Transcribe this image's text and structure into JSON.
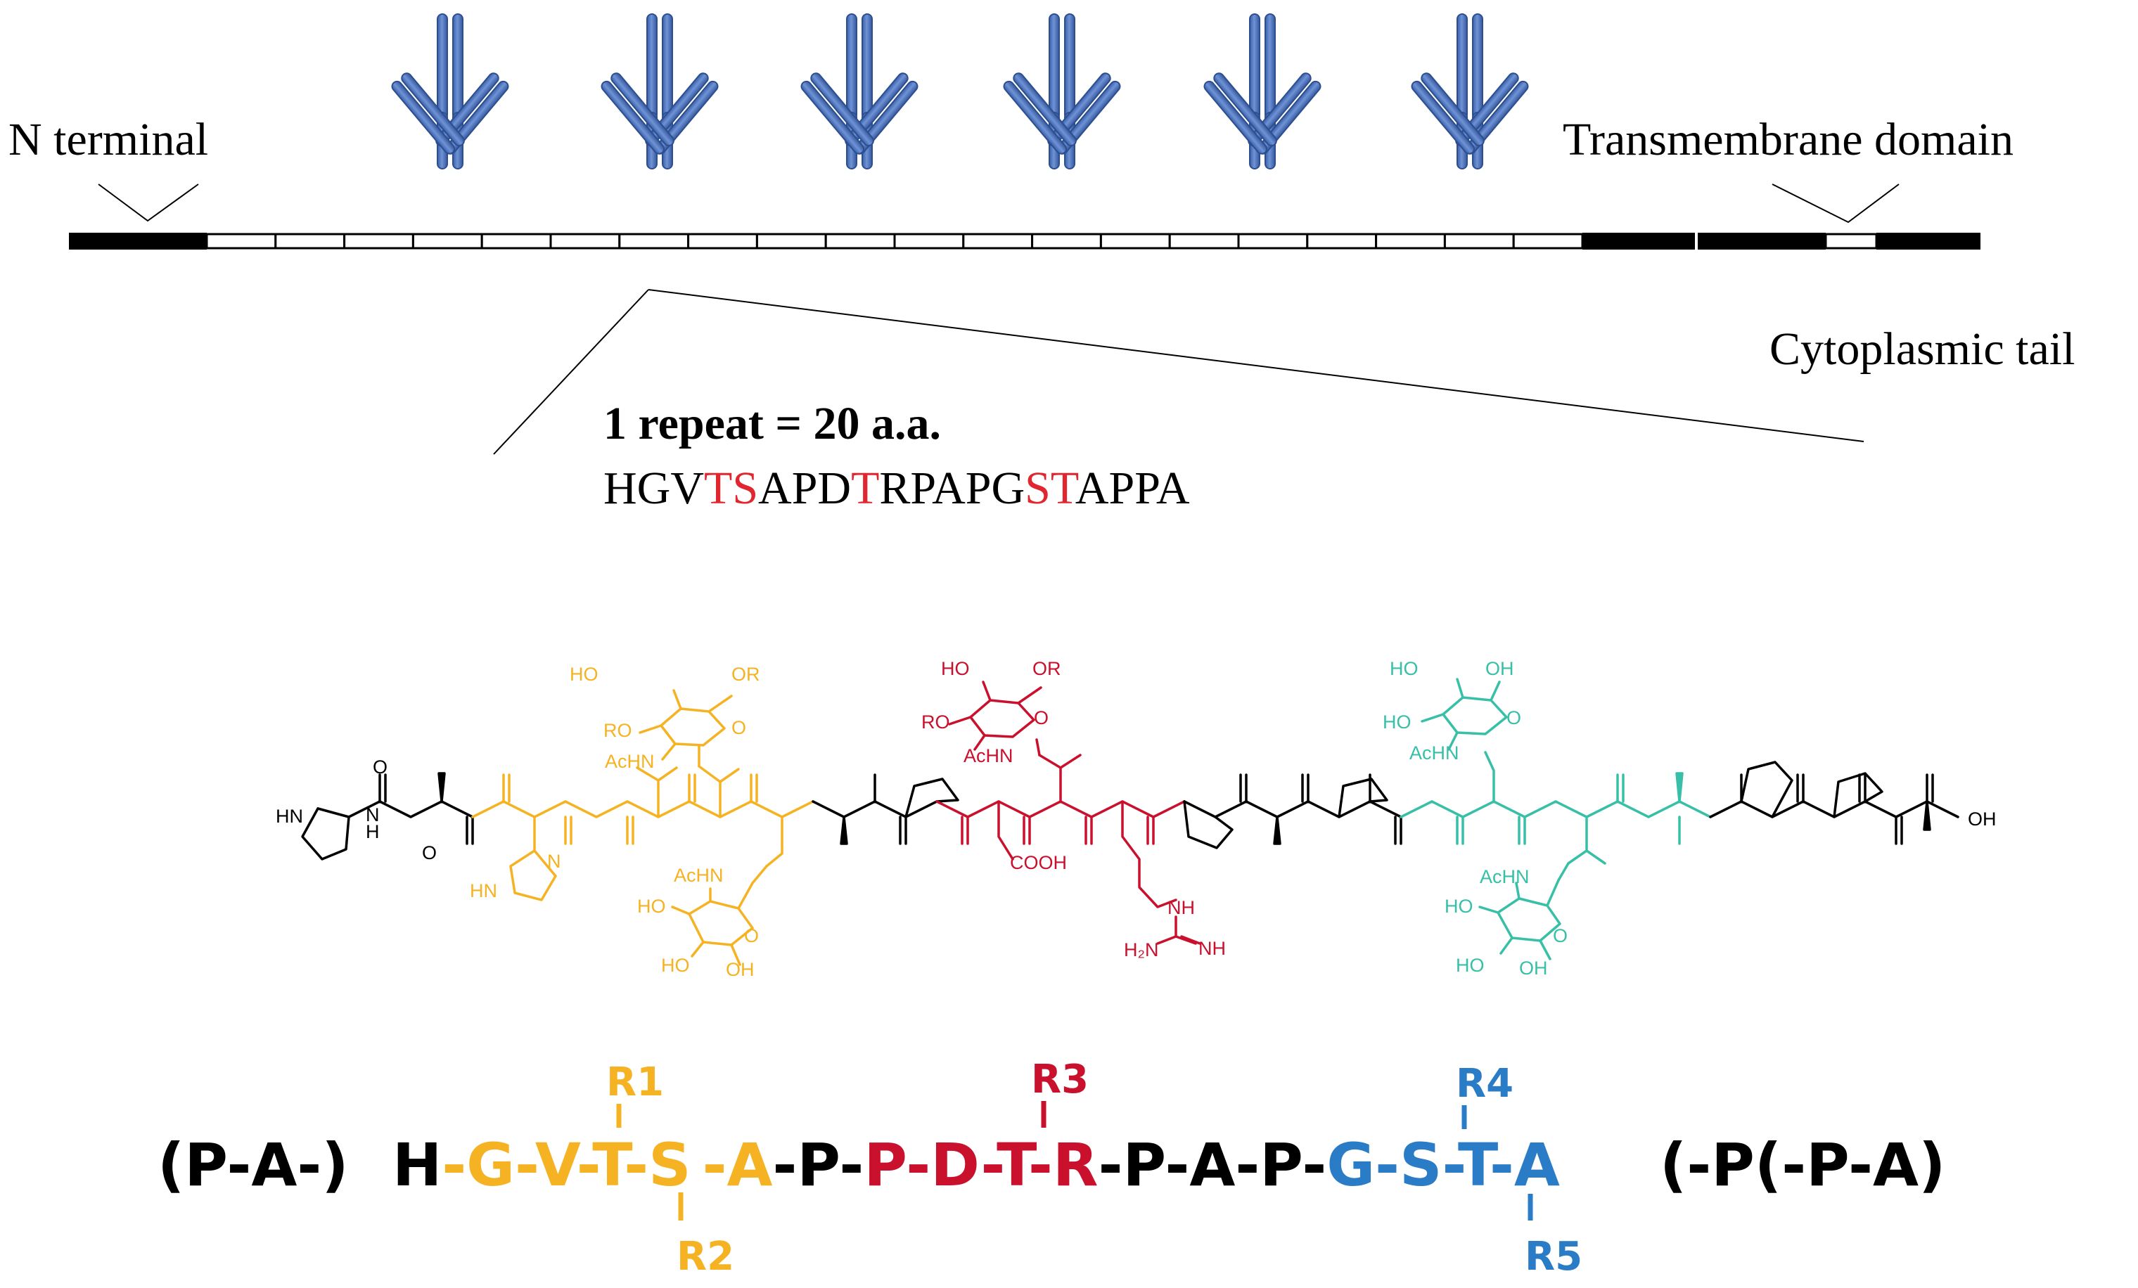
{
  "labels": {
    "n_terminal": "N terminal",
    "transmembrane_domain": "Transmembrane domain",
    "cytoplasmic_tail": "Cytoplasmic tail",
    "repeat_title": "1 repeat = 20 a.a.",
    "repeat_seq_parts": [
      {
        "text": "HGV",
        "color": "black"
      },
      {
        "text": "TS",
        "color": "red"
      },
      {
        "text": "APD",
        "color": "black"
      },
      {
        "text": "T",
        "color": "red"
      },
      {
        "text": "RPAPG",
        "color": "black"
      },
      {
        "text": "ST",
        "color": "red"
      },
      {
        "text": "APPA",
        "color": "black"
      }
    ]
  },
  "colors": {
    "antibody": "#4a72bd",
    "antibody_dark": "#2d4f8f",
    "orange": "#f5b323",
    "red": "#c9102d",
    "teal": "#38bfa7",
    "blue": "#2a7cc7",
    "seq_red": "#e0262e",
    "black": "#000000"
  },
  "icons": {
    "antibody": "antibody-icon",
    "count": 6
  },
  "structure": {
    "glycan_orange": {
      "ho": "HO",
      "or": "OR",
      "ro": "RO",
      "o": "O",
      "achn": "AcHN"
    },
    "glycan_orange_bottom": {
      "achn": "AcHN",
      "ho": "HO",
      "o": "O",
      "oh": "OH"
    },
    "glycan_red": {
      "ho": "HO",
      "or": "OR",
      "ro": "RO",
      "o": "O",
      "achn": "AcHN"
    },
    "glycan_teal_top": {
      "ho": "HO",
      "oh": "OH",
      "o": "O",
      "achn": "AcHN"
    },
    "glycan_teal_bottom": {
      "achn": "AcHN",
      "ho": "HO",
      "o": "O",
      "oh": "OH"
    },
    "hn": "HN",
    "h": "H",
    "n": "N",
    "o": "O",
    "oh": "OH",
    "cooh": "COOH",
    "nh": "NH",
    "h2n": "H₂N",
    "nh_arg": "NH",
    "hn_his": "HN"
  },
  "sequence": {
    "left_cap": "(P-A-)",
    "right_cap": "(-P(-P-A)",
    "segments": [
      {
        "text": "H",
        "color": "black"
      },
      {
        "text": "-G-V-T-S",
        "color": "orange"
      },
      {
        "text": "-A",
        "color": "orange"
      },
      {
        "text": "-P-",
        "color": "black"
      },
      {
        "text": "P-D-T-R",
        "color": "red"
      },
      {
        "text": "-P-A-P-",
        "color": "black"
      },
      {
        "text": "G-S-T-A",
        "color": "blue"
      }
    ],
    "r_labels": [
      "R1",
      "R2",
      "R3",
      "R4",
      "R5"
    ]
  }
}
